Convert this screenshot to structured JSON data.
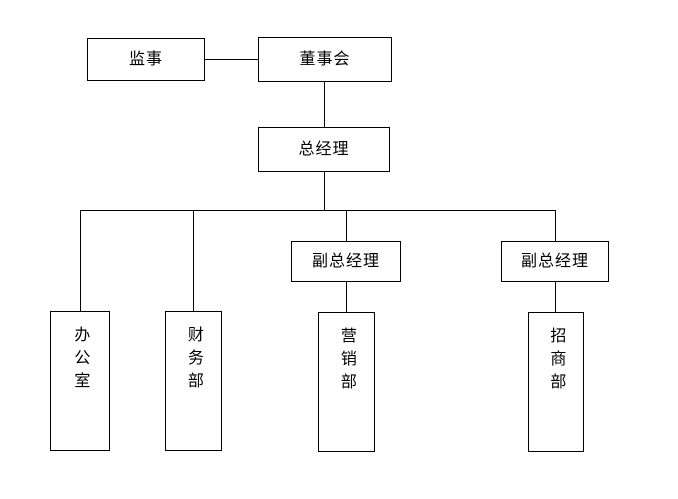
{
  "diagram": {
    "type": "organizational-chart",
    "title": "",
    "background_color": "#ffffff",
    "line_color": "#000000",
    "box_fill_color": "#ffffff",
    "nodes": [
      {
        "id": "supervisor",
        "label": "监事",
        "level": 1,
        "orientation": "horizontal"
      },
      {
        "id": "board",
        "label": "董事会",
        "level": 1,
        "orientation": "horizontal"
      },
      {
        "id": "general-manager",
        "label": "总经理",
        "level": 2,
        "orientation": "horizontal"
      },
      {
        "id": "deputy-manager-1",
        "label": "副总经理",
        "level": 3,
        "orientation": "horizontal"
      },
      {
        "id": "deputy-manager-2",
        "label": "副总经理",
        "level": 3,
        "orientation": "horizontal"
      },
      {
        "id": "office",
        "label": "办公室",
        "level": 4,
        "orientation": "vertical"
      },
      {
        "id": "finance",
        "label": "财务部",
        "level": 4,
        "orientation": "vertical"
      },
      {
        "id": "marketing",
        "label": "营销部",
        "level": 4,
        "orientation": "vertical"
      },
      {
        "id": "investment",
        "label": "招商部",
        "level": 4,
        "orientation": "vertical"
      }
    ],
    "edges": [
      {
        "from": "supervisor",
        "to": "board"
      },
      {
        "from": "board",
        "to": "general-manager"
      },
      {
        "from": "general-manager",
        "to": "office"
      },
      {
        "from": "general-manager",
        "to": "finance"
      },
      {
        "from": "general-manager",
        "to": "deputy-manager-1"
      },
      {
        "from": "general-manager",
        "to": "deputy-manager-2"
      },
      {
        "from": "deputy-manager-1",
        "to": "marketing"
      },
      {
        "from": "deputy-manager-2",
        "to": "investment"
      }
    ]
  }
}
